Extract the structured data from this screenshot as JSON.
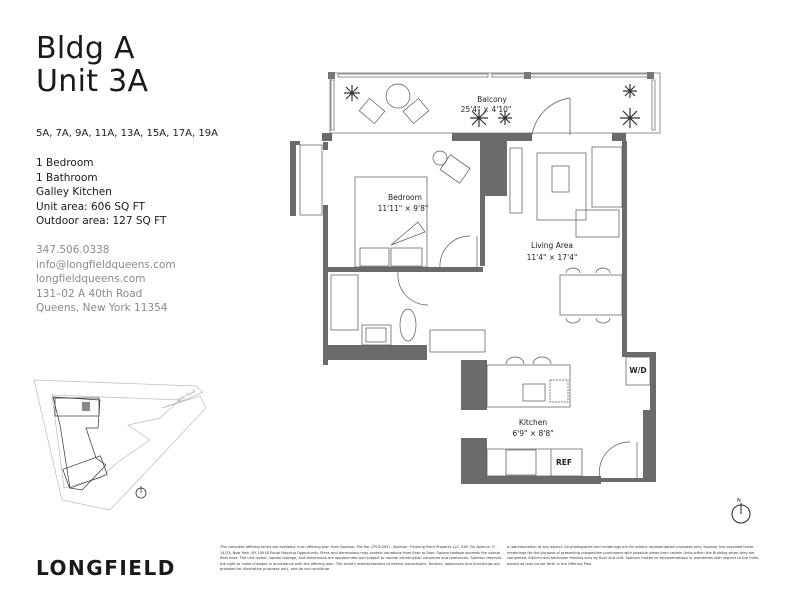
{
  "title": {
    "line1": "Bldg A",
    "line2": "Unit 3A"
  },
  "units": "5A, 7A, 9A, 11A, 13A, 15A, 17A, 19A",
  "specs": [
    "1 Bedroom",
    "1 Bathroom",
    "Galley Kitchen",
    "Unit area: 606 SQ FT",
    "Outdoor area: 127 SQ FT"
  ],
  "contact": [
    "347.506.0338",
    "info@longfieldqueens.com",
    "longfieldqueens.com",
    "131–02 A 40th Road",
    "Queens, New York 11354"
  ],
  "rooms": {
    "balcony": {
      "name": "Balcony",
      "dim": "25'4\" × 4'10\""
    },
    "bedroom": {
      "name": "Bedroom",
      "dim": "11'11\" × 9'8\""
    },
    "living": {
      "name": "Living Area",
      "dim": "11'4\" × 17'4\""
    },
    "kitchen": {
      "name": "Kitchen",
      "dim": "6'9\" × 8'8\""
    },
    "wd": "W/D",
    "ref": "REF"
  },
  "keyplan": {
    "street": "40th Road"
  },
  "compass": "N",
  "logo": "LONGFIELD",
  "disclaimer": {
    "col1": "The complete offering terms are available in an offering plan from Sponsor. File No. CP23-0057. Sponsor: Flushing Point Property LLC, 445 7th Avenue, Fl 14/23, New York, NY 10018 Equal Housing Opportunity. Plans and dimensions may contain variations from floor to floor. Square footage exceeds the usable floor area. The unit layout, square footage, and dimensions are approximate and subject to normal construction variances and tolerances. Sponsor reserves the right to make changes in accordance with the offering plan. The artist's representations of interior decorations, finishes, appliances and furnishings are provided for illustrative purposes only, and do not constitute",
    "col2": "a representation of any aspect. All photographs and renderings are for artistic representation purposes only. Sponsor has provided these renderings for the purpose of presenting prospective purchasers with possible views from certain Units within the Building when they are completed. Kitchen and bathroom finishes vary by floor and unit. Sponsor makes no representations or warranties with respect to the Units, except as may be set forth in the Offering Plan."
  },
  "colors": {
    "wall": "#6b6b6b",
    "text": "#1a1a1a",
    "contact": "#8a8a8a",
    "line": "#555555"
  }
}
